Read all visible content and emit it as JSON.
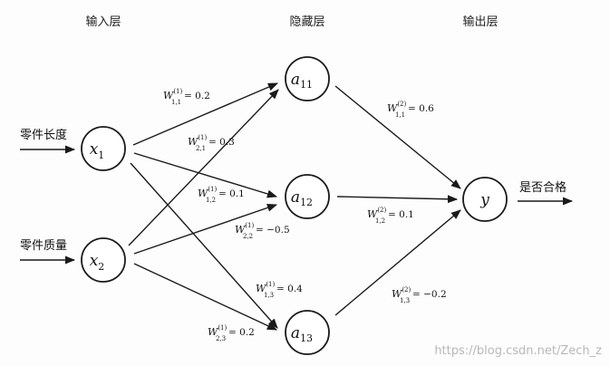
{
  "layers": {
    "input": "输入层",
    "hidden": "隐藏层",
    "output": "输出层"
  },
  "inputs": [
    {
      "label": "零件长度"
    },
    {
      "label": "零件质量"
    }
  ],
  "output_label": "是否合格",
  "nodes": {
    "x1": {
      "main": "x",
      "sub": "1"
    },
    "x2": {
      "main": "x",
      "sub": "2"
    },
    "a11": {
      "main": "a",
      "sub": "11"
    },
    "a12": {
      "main": "a",
      "sub": "12"
    },
    "a13": {
      "main": "a",
      "sub": "13"
    },
    "y": {
      "main": "y",
      "sub": ""
    }
  },
  "weights": {
    "w11_1": {
      "main": "W",
      "sup": "(1)",
      "sub": "1,1",
      "value": "= 0.2"
    },
    "w21_1": {
      "main": "W",
      "sup": "(1)",
      "sub": "2,1",
      "value": "= 0.3"
    },
    "w12_1": {
      "main": "W",
      "sup": "(1)",
      "sub": "1,2",
      "value": "= 0.1"
    },
    "w22_1": {
      "main": "W",
      "sup": "(1)",
      "sub": "2,2",
      "value": "= −0.5"
    },
    "w13_1": {
      "main": "W",
      "sup": "(1)",
      "sub": "1,3",
      "value": "= 0.4"
    },
    "w23_1": {
      "main": "W",
      "sup": "(1)",
      "sub": "2,3",
      "value": "= 0.2"
    },
    "w11_2": {
      "main": "W",
      "sup": "(2)",
      "sub": "1,1",
      "value": "= 0.6"
    },
    "w12_2": {
      "main": "W",
      "sup": "(2)",
      "sub": "1,2",
      "value": "= 0.1"
    },
    "w13_2": {
      "main": "W",
      "sup": "(2)",
      "sub": "1,3",
      "value": "= −0.2"
    }
  },
  "watermark": "https://blog.csdn.net/Zech_z"
}
